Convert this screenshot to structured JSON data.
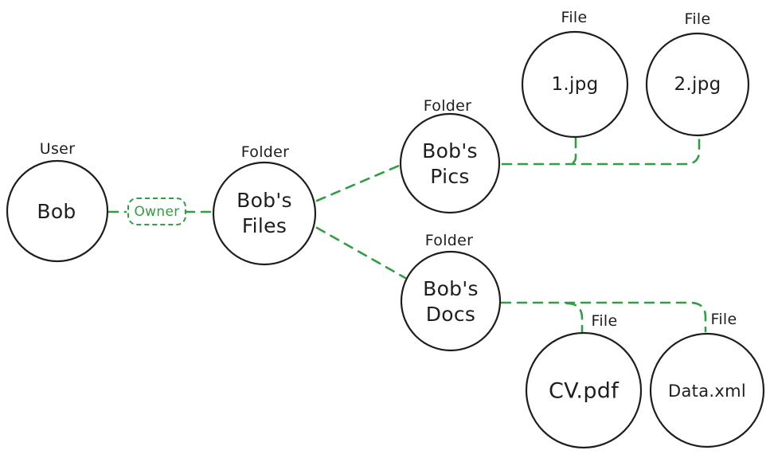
{
  "diagram": {
    "background": "#ffffff",
    "node_stroke_color": "#1e1e1e",
    "edge_color": "#2f9e44",
    "nodes": {
      "bob": {
        "type": "User",
        "label": "Bob"
      },
      "files": {
        "type": "Folder",
        "line1": "Bob's",
        "line2": "Files"
      },
      "pics": {
        "type": "Folder",
        "line1": "Bob's",
        "line2": "Pics"
      },
      "docs": {
        "type": "Folder",
        "line1": "Bob's",
        "line2": "Docs"
      },
      "jpg1": {
        "type": "File",
        "label": "1.jpg"
      },
      "jpg2": {
        "type": "File",
        "label": "2.jpg"
      },
      "cvpdf": {
        "type": "File",
        "label": "CV.pdf"
      },
      "dataxml": {
        "type": "File",
        "label": "Data.xml"
      }
    },
    "edge_label": {
      "owner": "Owner"
    },
    "edges": [
      {
        "from": "Bob",
        "to": "Bob's Files",
        "label": "Owner"
      },
      {
        "from": "Bob's Files",
        "to": "Bob's Pics"
      },
      {
        "from": "Bob's Files",
        "to": "Bob's Docs"
      },
      {
        "from": "Bob's Pics",
        "to": "1.jpg"
      },
      {
        "from": "Bob's Pics",
        "to": "2.jpg"
      },
      {
        "from": "Bob's Docs",
        "to": "CV.pdf"
      },
      {
        "from": "Bob's Docs",
        "to": "Data.xml"
      }
    ]
  }
}
